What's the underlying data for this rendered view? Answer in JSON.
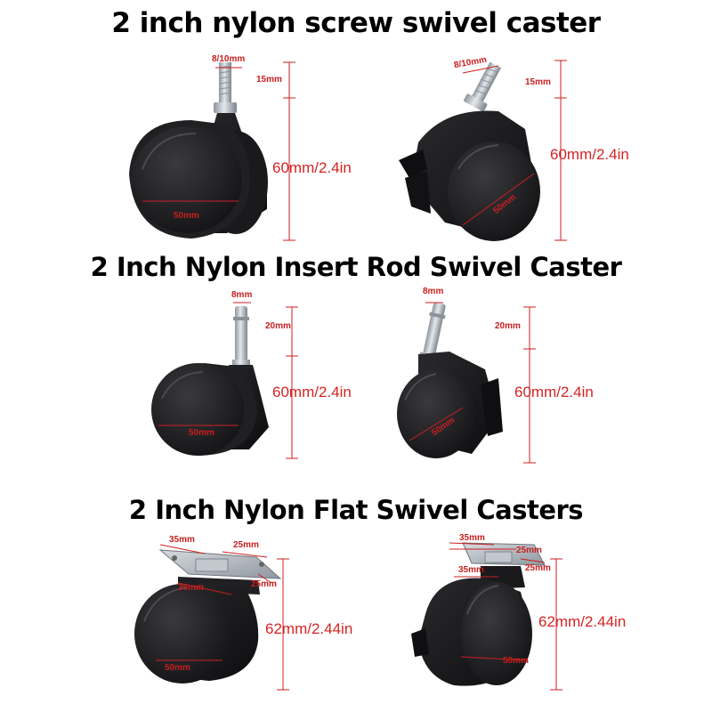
{
  "sections": [
    {
      "title": "2 inch nylon screw swivel caster",
      "left_item": {
        "stem": "8/10mm",
        "stem_length": "15mm",
        "height": "60mm/2.4in",
        "wheel": "50mm"
      },
      "right_item": {
        "stem": "8/10mm",
        "stem_length": "15mm",
        "height": "60mm/2.4in",
        "wheel": "50mm"
      }
    },
    {
      "title": "2 Inch Nylon Insert Rod Swivel Caster",
      "left_item": {
        "stem": "8mm",
        "stem_length": "20mm",
        "height": "60mm/2.4in",
        "wheel": "50mm"
      },
      "right_item": {
        "stem": "8mm",
        "stem_length": "20mm",
        "height": "60mm/2.4in",
        "wheel": "50mm"
      }
    },
    {
      "title": "2 Inch Nylon Flat Swivel Casters",
      "left_item": {
        "plate_a": "35mm",
        "plate_b": "25mm",
        "plate_c": "35mm",
        "plate_d": "25mm",
        "height": "62mm/2.44in",
        "wheel": "50mm"
      },
      "right_item": {
        "plate_a": "35mm",
        "plate_b": "25mm",
        "plate_c": "35mm",
        "plate_d": "25mm",
        "height": "62mm/2.44in",
        "wheel": "50mm"
      }
    }
  ],
  "colors": {
    "dimension": "#cc1f1f",
    "caster_body": "#1c1c1e",
    "metal": "#b9bec4"
  }
}
